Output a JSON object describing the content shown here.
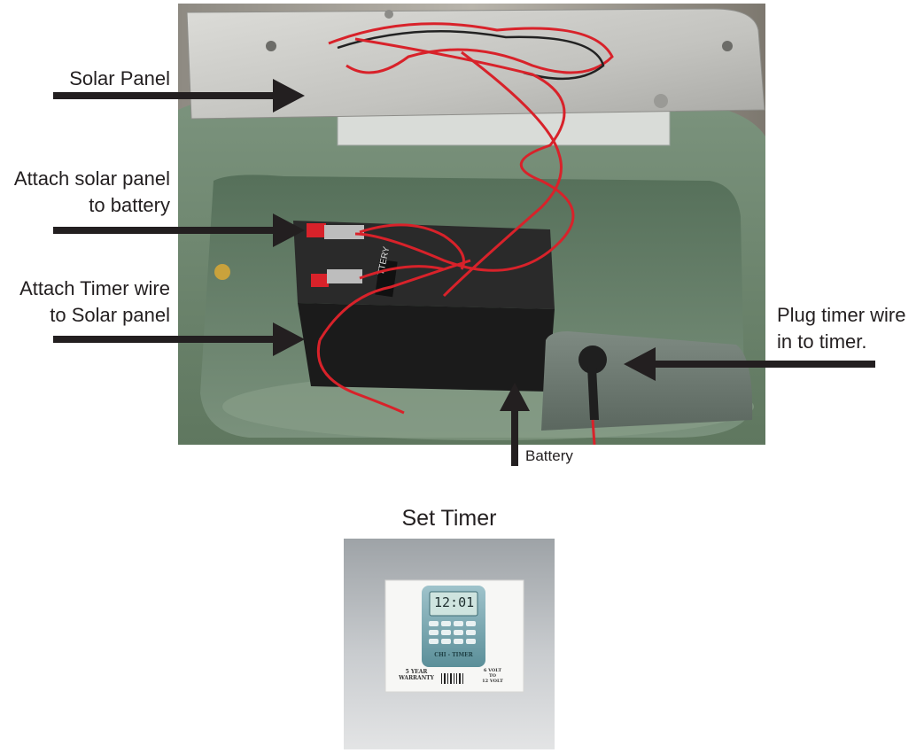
{
  "labels": {
    "solar_panel": "Solar Panel",
    "attach_solar_line1": "Attach solar panel",
    "attach_solar_line2": "to battery",
    "attach_timer_line1": "Attach Timer wire",
    "attach_timer_line2": "to Solar panel",
    "plug_timer_line1": "Plug timer wire",
    "plug_timer_line2": "in to timer.",
    "battery": "Battery"
  },
  "timer_section": {
    "title": "Set Timer",
    "display_time": "12:01",
    "device_label": "CHI - TIMER",
    "warranty_line1": "5 YEAR",
    "warranty_line2": "WARRANTY",
    "volt_line1": "6 VOLT",
    "volt_line2": "TO",
    "volt_line3": "12 VOLT"
  },
  "colors": {
    "housing_green": "#6f8771",
    "panel_silver": "#c9c9c6",
    "wire_red": "#d8222a",
    "battery_black": "#1e1e1e",
    "arrow": "#231f20"
  }
}
